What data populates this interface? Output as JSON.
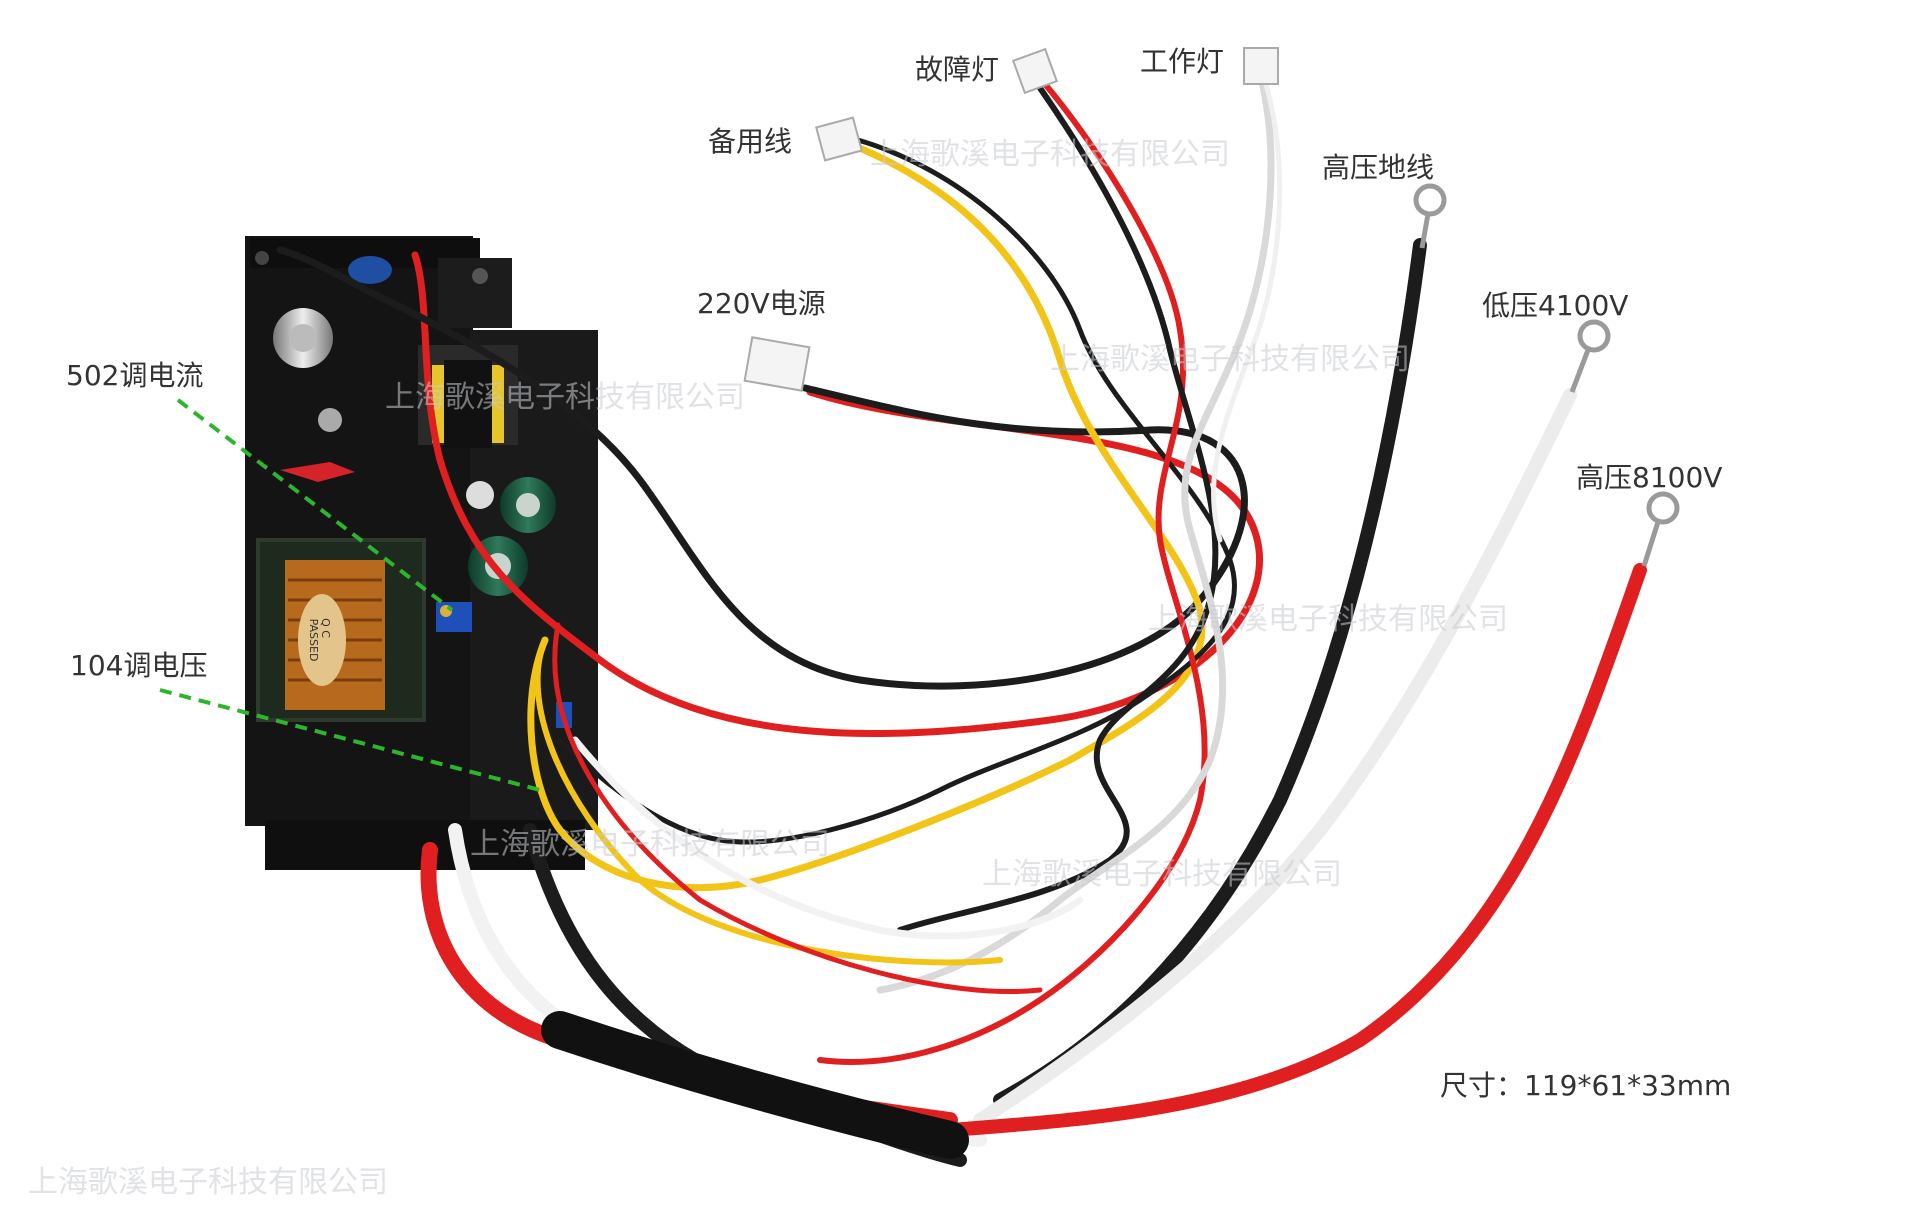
{
  "labels": {
    "backup_line": "备用线",
    "fault_light": "故障灯",
    "work_light": "工作灯",
    "hv_ground": "高压地线",
    "power_220v": "220V电源",
    "low_voltage": "低压4100V",
    "high_voltage": "高压8100V",
    "pot_502": "502调电流",
    "pot_104": "104调电压",
    "dimensions": "尺寸：119*61*33mm"
  },
  "component_text": {
    "qc_sticker_line1": "Q C",
    "qc_sticker_line2": "PASSED"
  },
  "watermark": "上海歌溪电子科技有限公司",
  "colors": {
    "wire_red": "#e02020",
    "wire_black": "#1c1c1c",
    "wire_white": "#f2f2f2",
    "wire_yellow": "#f2c417",
    "board": "#151515",
    "leader_line": "#2db52d"
  }
}
